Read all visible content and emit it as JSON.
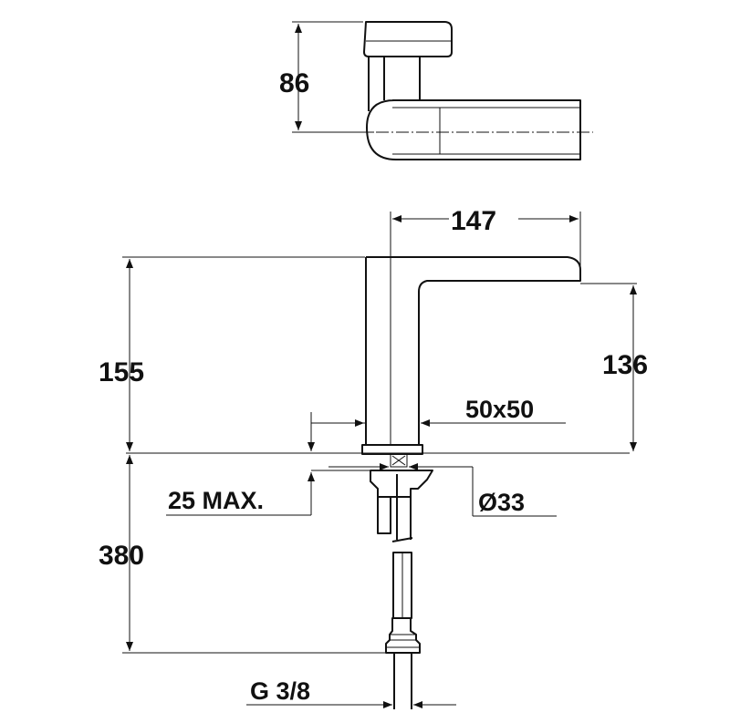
{
  "dimensions": {
    "top_depth": "86",
    "spout_length": "147",
    "total_height": "155",
    "outlet_height": "136",
    "body_section": "50x50",
    "max_deck_thickness": "25 MAX.",
    "hole_diameter": "Ø33",
    "hose_length": "380",
    "connection_thread": "G 3/8"
  }
}
